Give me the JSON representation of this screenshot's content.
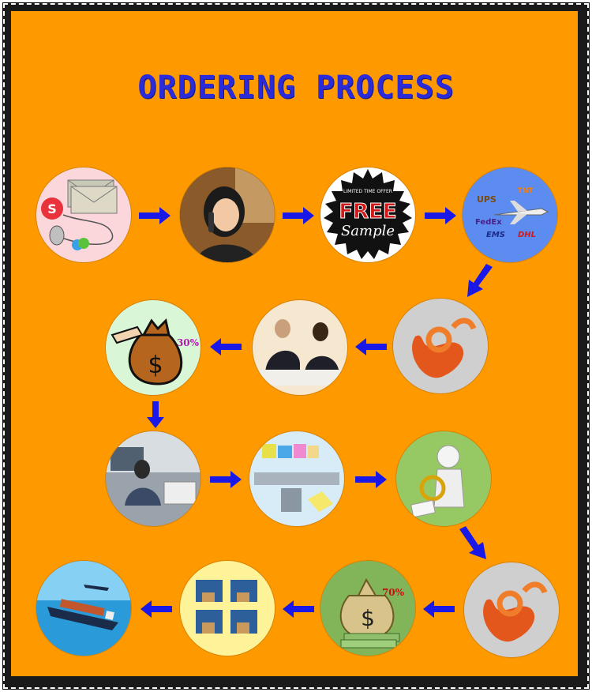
{
  "title": "ORDERING PROCESS",
  "colors": {
    "background": "#ff9900",
    "arrow": "#1a18e6",
    "title": "#2b2bd8"
  },
  "steps": [
    {
      "name": "contact",
      "icons": [
        "mail-icon",
        "skype-icon",
        "mouse-icon",
        "messenger-icon"
      ]
    },
    {
      "name": "phone-call"
    },
    {
      "name": "free-sample",
      "top": "LIMITED TIME OFFER",
      "big": "FREE",
      "script": "Sample"
    },
    {
      "name": "shipping",
      "carriers": [
        "UPS",
        "TNT",
        "FedEx",
        "EMS",
        "DHL"
      ]
    },
    {
      "name": "approve-sample"
    },
    {
      "name": "negotiate-contract"
    },
    {
      "name": "deposit-payment",
      "percent": "30%"
    },
    {
      "name": "design-office"
    },
    {
      "name": "production-line"
    },
    {
      "name": "quality-inspection"
    },
    {
      "name": "approve-goods"
    },
    {
      "name": "balance-payment",
      "percent": "70%"
    },
    {
      "name": "loading-cargo"
    },
    {
      "name": "sea-shipping"
    }
  ]
}
